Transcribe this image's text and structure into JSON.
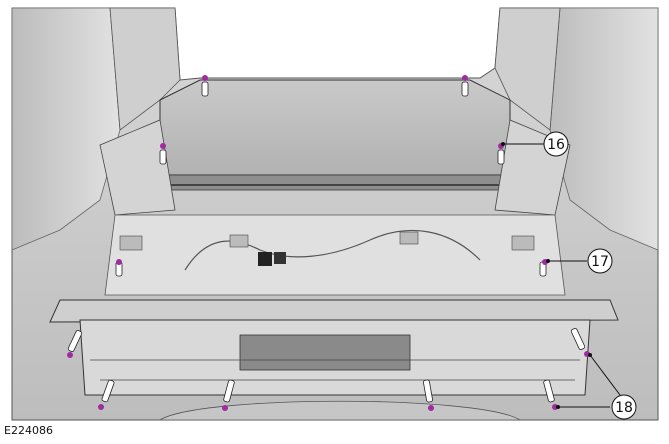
{
  "figure": {
    "reference_code": "E224086",
    "callouts": [
      {
        "id": "callout-16",
        "label": "16"
      },
      {
        "id": "callout-17",
        "label": "17"
      },
      {
        "id": "callout-18",
        "label": "18"
      }
    ]
  },
  "colors": {
    "panel_light": "#e6e6e6",
    "panel_mid": "#cfcfcf",
    "panel_dark": "#a9a9a9",
    "fastener": "#a02aa0",
    "line": "#333333"
  }
}
